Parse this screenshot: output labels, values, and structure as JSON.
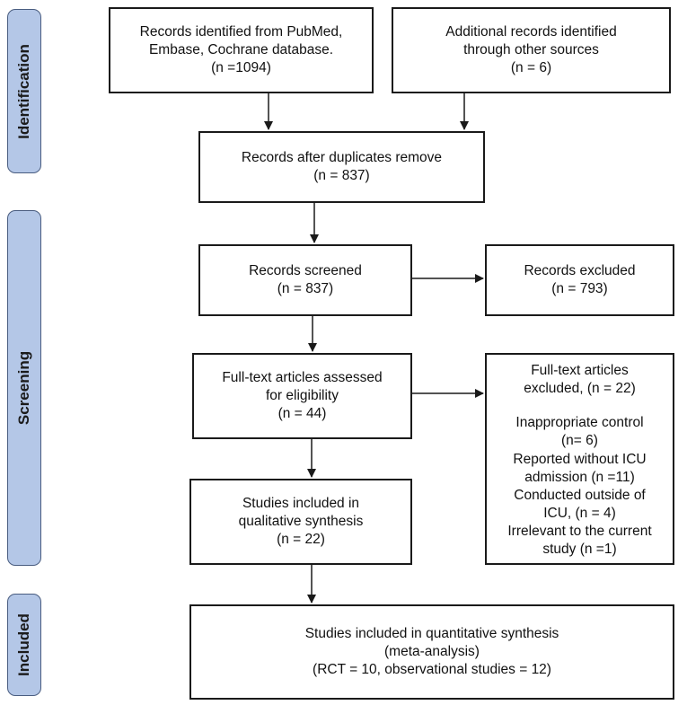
{
  "phases": {
    "identification": "Identification",
    "screening": "Screening",
    "included": "Included"
  },
  "boxes": {
    "records_databases": "Records identified from PubMed,\nEmbase, Cochrane database.\n(n =1094)",
    "records_other": "Additional records identified\nthrough other sources\n(n = 6)",
    "after_duplicates": "Records after duplicates remove\n(n = 837)",
    "screened": "Records screened\n(n = 837)",
    "excluded": "Records excluded\n(n = 793)",
    "fulltext_assessed": "Full-text articles assessed\nfor eligibility\n(n = 44)",
    "fulltext_excluded": {
      "heading": "Full-text articles\nexcluded, (n = 22)",
      "reasons": [
        "Inappropriate control\n(n= 6)",
        "Reported without ICU\nadmission (n =11)",
        "Conducted outside of\nICU, (n = 4)",
        "Irrelevant to the current\nstudy (n =1)"
      ]
    },
    "qualitative": "Studies included in\nqualitative synthesis\n(n = 22)",
    "quantitative": "Studies included in quantitative synthesis\n(meta-analysis)\n(RCT = 10, observational studies = 12)"
  }
}
